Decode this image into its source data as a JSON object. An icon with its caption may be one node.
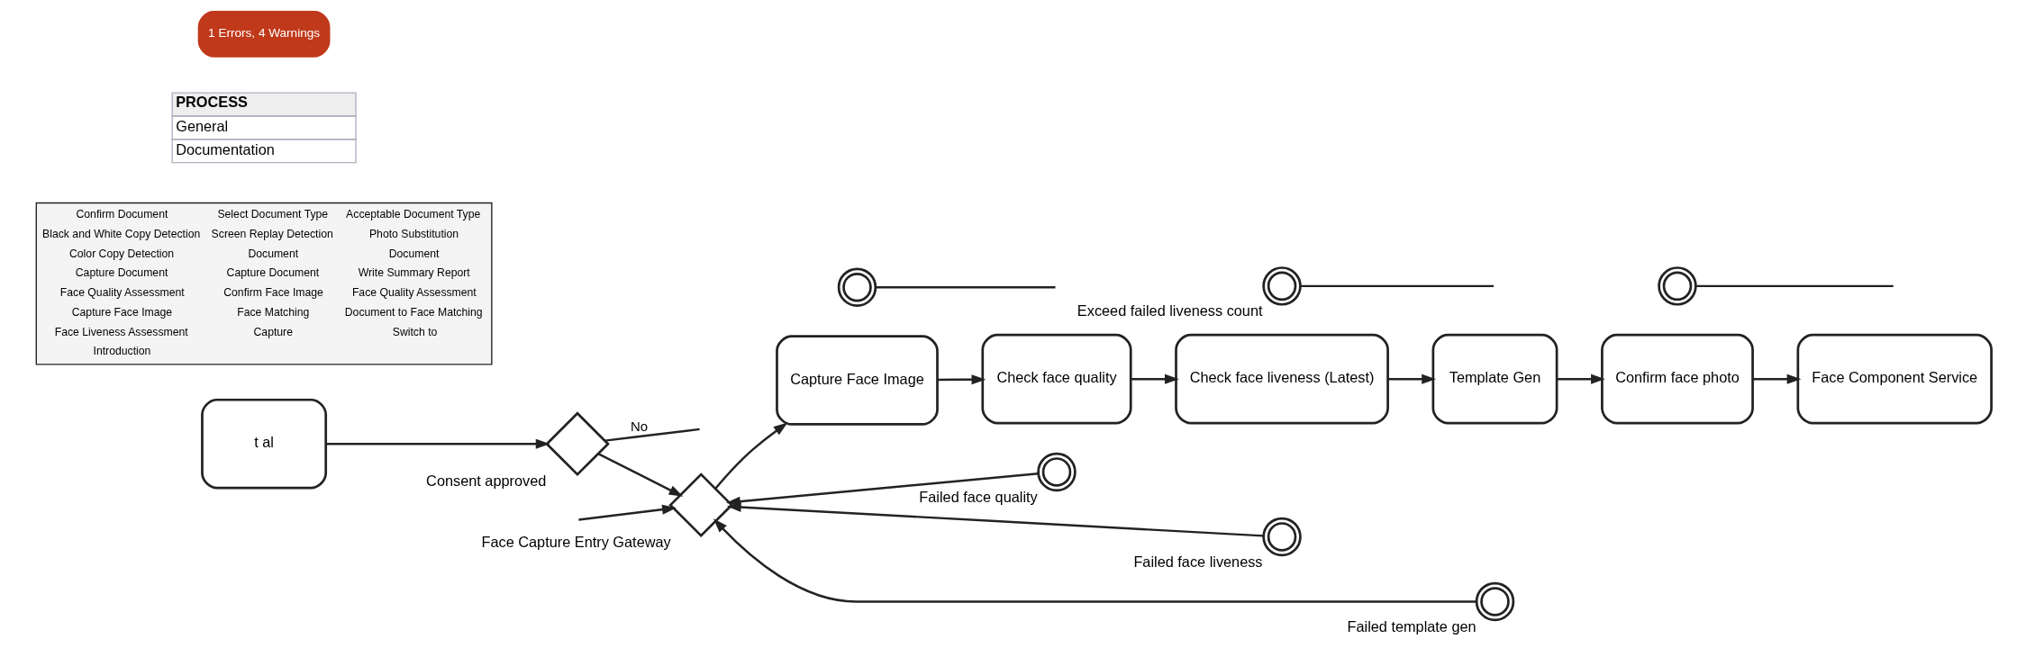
{
  "diagram": {
    "nodes": [
      {
        "text": [
          "t al"
        ]
      },
      {
        "text": [],
        "shape": "diamond",
        "beside": [
          "Consent approved"
        ]
      },
      {
        "text": [],
        "shape": "diamond",
        "beside": [
          "Face Capture Entry Gateway"
        ]
      },
      {
        "text": [
          "Capture Face Image"
        ]
      },
      {
        "text": [],
        "shape": "circle"
      },
      {
        "text": [
          "Check face quality"
        ]
      },
      {
        "text": [],
        "shape": "circle",
        "beside": [
          "Failed face quality"
        ]
      },
      {
        "text": [
          "Check face liveness (Latest)"
        ]
      },
      {
        "text": [],
        "shape": "circle",
        "beside": [
          "Exceed failed liveness count"
        ]
      },
      {
        "text": [],
        "shape": "circle",
        "beside": [
          "Failed face liveness"
        ]
      },
      {
        "text": [
          "Template Gen"
        ]
      },
      {
        "text": [],
        "shape": "circle",
        "beside": [
          "Failed template gen"
        ]
      },
      {
        "text": [
          "Confirm face photo"
        ]
      },
      {
        "text": [],
        "shape": "circle"
      },
      {
        "text": [
          "Face Component Service"
        ]
      }
    ],
    "edges": [
      {
        "from": 0,
        "to": 1,
        "arrow": "to"
      },
      {
        "from": 1,
        "to": 2,
        "arrow": "to"
      },
      {
        "from": 1,
        "to": null,
        "arrow": "none",
        "label": "No"
      },
      {
        "from": 2,
        "to": 3,
        "arrow": "to"
      },
      {
        "from": 3,
        "to": 5,
        "arrow": "to"
      },
      {
        "from": 5,
        "to": 7,
        "arrow": "to"
      },
      {
        "from": 7,
        "to": 10,
        "arrow": "to"
      },
      {
        "from": 10,
        "to": 12,
        "arrow": "to"
      },
      {
        "from": 12,
        "to": 14,
        "arrow": "to"
      },
      {
        "from": 6,
        "to": 2,
        "arrow": "to"
      },
      {
        "from": 9,
        "to": 2,
        "arrow": "to"
      },
      {
        "from": 11,
        "to": 2,
        "arrow": "to"
      },
      {
        "from": null,
        "to": 2,
        "arrow": "to"
      },
      {
        "from": 4,
        "to": null,
        "arrow": "none"
      },
      {
        "from": 8,
        "to": null,
        "arrow": "none"
      },
      {
        "from": 13,
        "to": null,
        "arrow": "none"
      }
    ],
    "labels": [
      "Confirm Document",
      "Select Document Type",
      "Acceptable Document Type",
      "Black and White Copy Detection",
      "Screen Replay Detection",
      "Photo Substitution",
      "Color Copy Detection",
      "Document",
      "Document",
      "Capture Document",
      "Capture Document",
      "Write Summary Report",
      "Face Quality Assessment",
      "Confirm Face Image",
      "Face Quality Assessment",
      "Capture Face Image",
      "Face Matching",
      "Document to Face Matching",
      "Face Liveness Assessment",
      "Capture",
      "Switch to",
      "Introduction",
      "PROCESS",
      "General",
      "Documentation",
      "1 Errors, 4 Warnings"
    ]
  }
}
